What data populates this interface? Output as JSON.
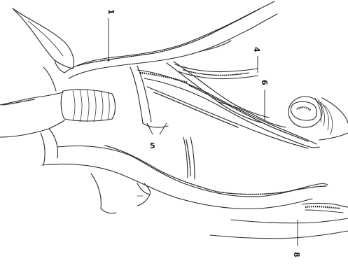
{
  "labels": {
    "l1": "1",
    "l4": "4",
    "l5": "5",
    "l6": "6",
    "l8": "8"
  },
  "colors": {
    "ink": "#2b2b2b",
    "paper": "#ffffff"
  }
}
